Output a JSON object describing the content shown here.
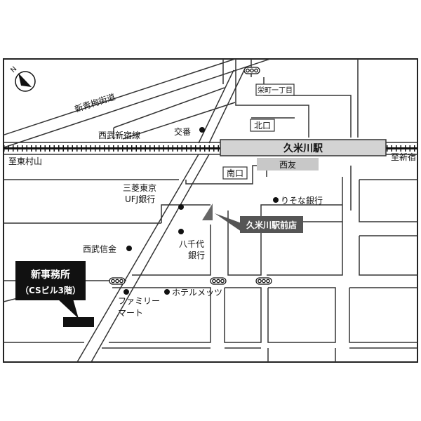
{
  "compass": {
    "letter": "N"
  },
  "roads": {
    "shin_ome_kaido": "新青梅街道",
    "seibu_shinjuku_line": "西武新宿線",
    "to_higashimurayama": "至東村山",
    "to_shinjuku": "至新宿"
  },
  "station": {
    "name": "久米川駅",
    "north_exit": "北口",
    "south_exit": "南口",
    "seiyu": "西友",
    "sakaecho": "栄町一丁目"
  },
  "landmarks": {
    "koban": "交番",
    "mufg_line1": "三菱東京",
    "mufg_line2": "UFJ銀行",
    "resona": "りそな銀行",
    "yachiyo_line1": "八千代",
    "yachiyo_line2": "銀行",
    "seibu_shinkin": "西武信金",
    "hotel": "ホテルメッツ",
    "familymart_line1": "ファミリー",
    "familymart_line2": "マート"
  },
  "callouts": {
    "station_front": "久米川駅前店",
    "new_office_line1": "新事務所",
    "new_office_line2": "（CSビル3階）"
  },
  "colors": {
    "callout_bg": "#555555",
    "station_fill": "#d3d3d3",
    "seiyu_fill": "#c8c8c8",
    "office_block": "#111111"
  }
}
